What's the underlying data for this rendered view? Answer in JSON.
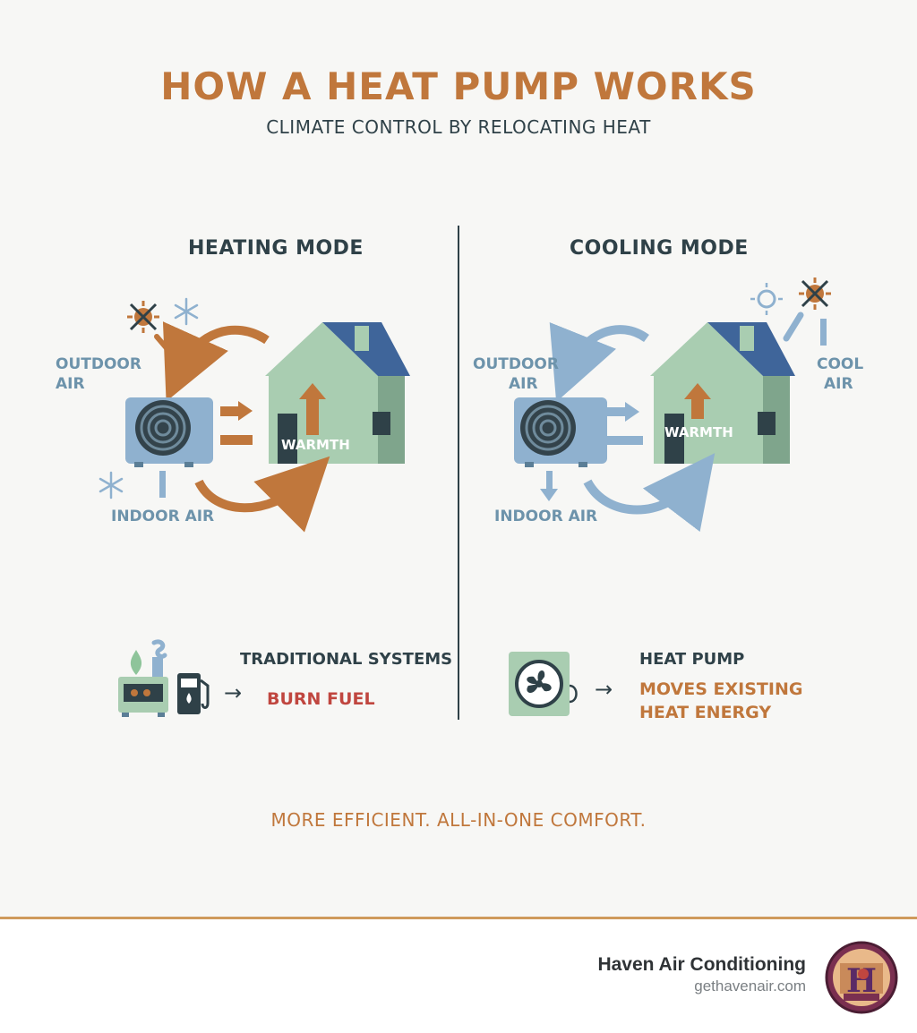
{
  "title": "HOW A HEAT PUMP WORKS",
  "subtitle": "CLIMATE CONTROL BY RELOCATING HEAT",
  "heating": {
    "title": "HEATING MODE",
    "outdoor_air": [
      "OUTDOOR",
      "AIR"
    ],
    "indoor_air": "INDOOR AIR",
    "warmth": "WARMTH"
  },
  "cooling": {
    "title": "COOLING MODE",
    "outdoor_air": [
      "OUTDOOR",
      "AIR"
    ],
    "indoor_air": "INDOOR AIR",
    "cool_air": [
      "COOL",
      "AIR"
    ],
    "warmth": "WARMTH"
  },
  "traditional": {
    "heading": "TRADITIONAL SYSTEMS",
    "arrow": "→",
    "result": "BURN FUEL"
  },
  "heat_pump": {
    "heading": "HEAT PUMP",
    "arrow": "→",
    "result": [
      "MOVES EXISTING",
      "HEAT ENERGY"
    ]
  },
  "tagline": "MORE EFFICIENT. ALL-IN-ONE COMFORT.",
  "footer": {
    "brand": "Haven Air Conditioning",
    "website": "gethavenair.com",
    "logo_text": "H"
  },
  "colors": {
    "accent_orange": "#c0773c",
    "dark_text": "#2f4148",
    "blue_label": "#6d93ab",
    "red": "#c0463f",
    "house_green": "#a9cdb1",
    "roof_blue": "#3f659a",
    "unit_blue": "#8fb1cf"
  },
  "icons": [
    "snowflake-icon",
    "crossed-sun-icon",
    "sun-icon",
    "fan-icon",
    "furnace-icon",
    "fuel-pump-icon",
    "flame-icon"
  ]
}
